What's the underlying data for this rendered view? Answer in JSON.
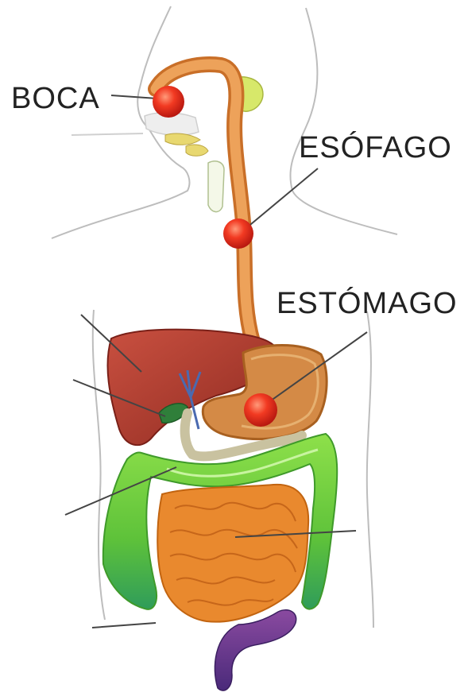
{
  "labels": {
    "mouth": "BOCA",
    "esophagus": "ESÓFAGO",
    "stomach": "ESTÓMAGO"
  },
  "colors": {
    "marker": "#e8231d",
    "liver": "#b83a2a",
    "stomach": "#d98a3c",
    "esophagus": "#e39a4a",
    "small_intestine": "#e7892f",
    "large_intestine": "#7fd23a",
    "gallbladder": "#3a8a3a",
    "outline": "#b9b9b9",
    "leader": "#444444"
  }
}
